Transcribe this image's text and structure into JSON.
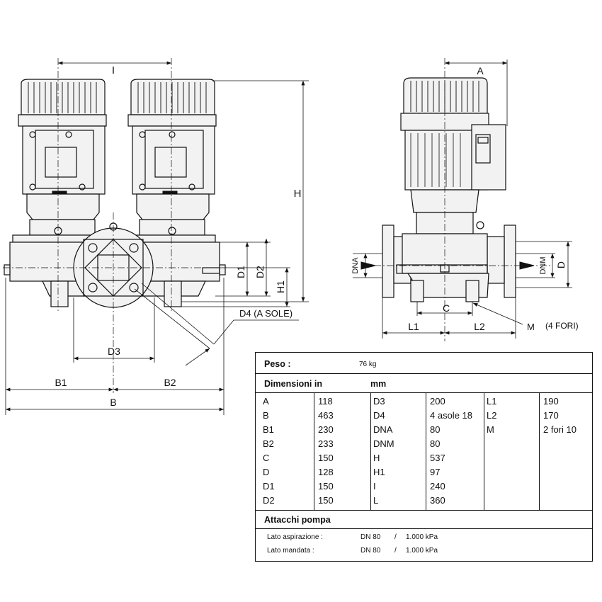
{
  "drawing": {
    "front_view_labels": {
      "I": "I",
      "H": "H",
      "D1": "D1",
      "D2": "D2",
      "H1": "H1",
      "D4": "D4 (A SOLE)",
      "D3": "D3",
      "B1": "B1",
      "B2": "B2",
      "B": "B"
    },
    "side_view_labels": {
      "A": "A",
      "DNA": "DNA",
      "DNM": "DNM",
      "D": "D",
      "C": "C",
      "L1": "L1",
      "L2": "L2",
      "M": "M",
      "M_note": "(4 FORI)"
    }
  },
  "table": {
    "weight_label": "Peso :",
    "weight_value": "76 kg",
    "dimensions_label": "Dimensioni in",
    "dimensions_unit": "mm",
    "columns": [
      [
        [
          "A",
          "118"
        ],
        [
          "B",
          "463"
        ],
        [
          "B1",
          "230"
        ],
        [
          "B2",
          "233"
        ],
        [
          "C",
          "150"
        ],
        [
          "D",
          "128"
        ],
        [
          "D1",
          "150"
        ],
        [
          "D2",
          "150"
        ]
      ],
      [
        [
          "D3",
          "200"
        ],
        [
          "D4",
          "4 asole 18"
        ],
        [
          "DNA",
          "80"
        ],
        [
          "DNM",
          "80"
        ],
        [
          "H",
          "537"
        ],
        [
          "H1",
          "97"
        ],
        [
          "I",
          "240"
        ],
        [
          "L",
          "360"
        ]
      ],
      [
        [
          "L1",
          "190"
        ],
        [
          "L2",
          "170"
        ],
        [
          "M",
          "2 fori 10"
        ]
      ]
    ],
    "connections_label": "Attacchi pompa",
    "connections": [
      {
        "label": "Lato aspirazione :",
        "dn": "DN 80",
        "sep": "/",
        "pressure": "1.000 kPa"
      },
      {
        "label": "Lato mandata :",
        "dn": "DN 80",
        "sep": "/",
        "pressure": "1.000 kPa"
      }
    ]
  }
}
